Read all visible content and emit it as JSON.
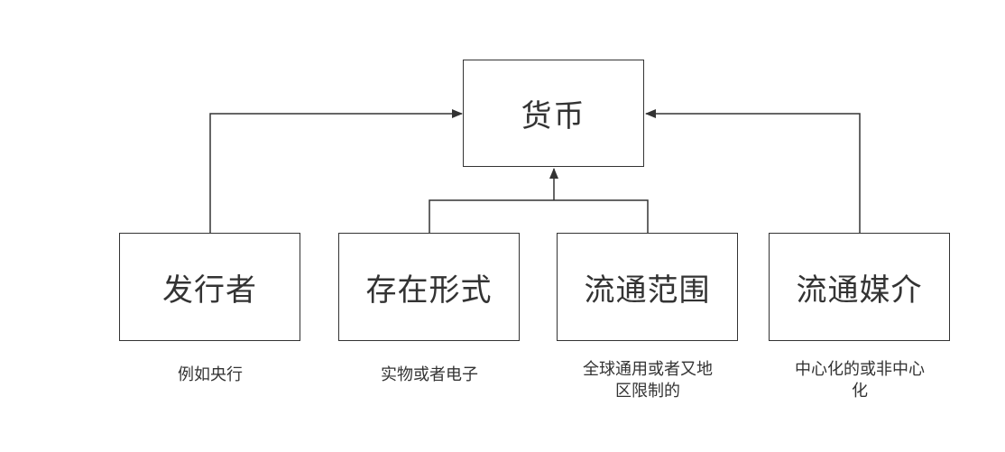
{
  "colors": {
    "stroke": "#333333",
    "background": "#ffffff",
    "text": "#333333"
  },
  "root": {
    "label": "货币"
  },
  "children": [
    {
      "label": "发行者",
      "caption": "例如央行"
    },
    {
      "label": "存在形式",
      "caption": "实物或者电子"
    },
    {
      "label": "流通范围",
      "caption": "全球通用或者又地\n区限制的"
    },
    {
      "label": "流通媒介",
      "caption": "中心化的或非中心\n化"
    }
  ]
}
